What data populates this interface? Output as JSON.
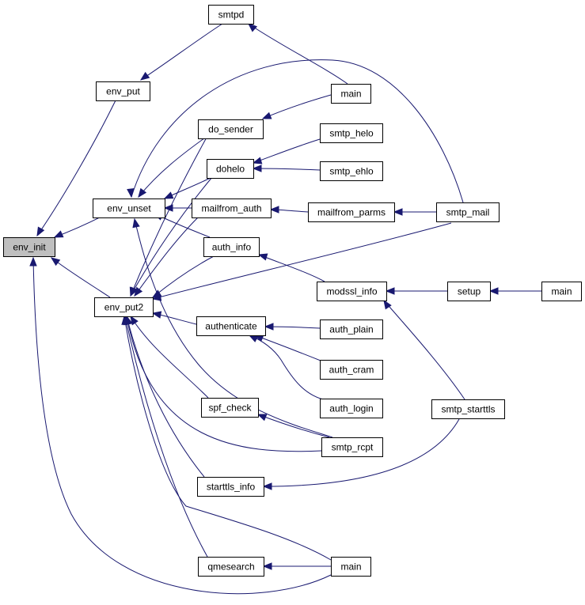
{
  "colors": {
    "edge": "#191970",
    "root_fill": "#bfbfbf",
    "node_fill": "#ffffff",
    "border": "#000000"
  },
  "nodes": [
    {
      "id": "env_init",
      "label": "env_init",
      "root": true
    },
    {
      "id": "env_put",
      "label": "env_put"
    },
    {
      "id": "env_unset",
      "label": "env_unset"
    },
    {
      "id": "env_put2",
      "label": "env_put2"
    },
    {
      "id": "smtpd",
      "label": "smtpd"
    },
    {
      "id": "main_top",
      "label": "main"
    },
    {
      "id": "do_sender",
      "label": "do_sender"
    },
    {
      "id": "dohelo",
      "label": "dohelo"
    },
    {
      "id": "smtp_helo",
      "label": "smtp_helo"
    },
    {
      "id": "smtp_ehlo",
      "label": "smtp_ehlo"
    },
    {
      "id": "mailfrom_auth",
      "label": "mailfrom_auth"
    },
    {
      "id": "mailfrom_parms",
      "label": "mailfrom_parms"
    },
    {
      "id": "smtp_mail",
      "label": "smtp_mail"
    },
    {
      "id": "auth_info",
      "label": "auth_info"
    },
    {
      "id": "modssl_info",
      "label": "modssl_info"
    },
    {
      "id": "setup",
      "label": "setup"
    },
    {
      "id": "main_right",
      "label": "main"
    },
    {
      "id": "authenticate",
      "label": "authenticate"
    },
    {
      "id": "auth_plain",
      "label": "auth_plain"
    },
    {
      "id": "auth_cram",
      "label": "auth_cram"
    },
    {
      "id": "auth_login",
      "label": "auth_login"
    },
    {
      "id": "spf_check",
      "label": "spf_check"
    },
    {
      "id": "smtp_rcpt",
      "label": "smtp_rcpt"
    },
    {
      "id": "smtp_starttls",
      "label": "smtp_starttls"
    },
    {
      "id": "starttls_info",
      "label": "starttls_info"
    },
    {
      "id": "qmesearch",
      "label": "qmesearch"
    },
    {
      "id": "main_bottom",
      "label": "main"
    }
  ]
}
